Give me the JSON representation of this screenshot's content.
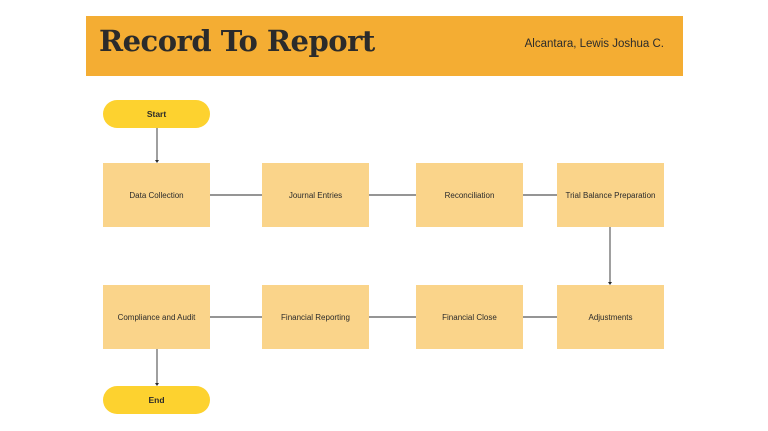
{
  "header": {
    "title": "Record To Report",
    "author": "Alcantara, Lewis Joshua C."
  },
  "terminals": {
    "start": "Start",
    "end": "End"
  },
  "steps": [
    "Data Collection",
    "Journal Entries",
    "Reconciliation",
    "Trial Balance Preparation",
    "Adjustments",
    "Financial Close",
    "Financial Reporting",
    "Compliance and Audit"
  ],
  "colors": {
    "header": "#f4ad33",
    "step_box": "#fad48a",
    "terminal": "#fdd22f",
    "text": "#2b2b2b",
    "connector": "#2b2b2b"
  }
}
